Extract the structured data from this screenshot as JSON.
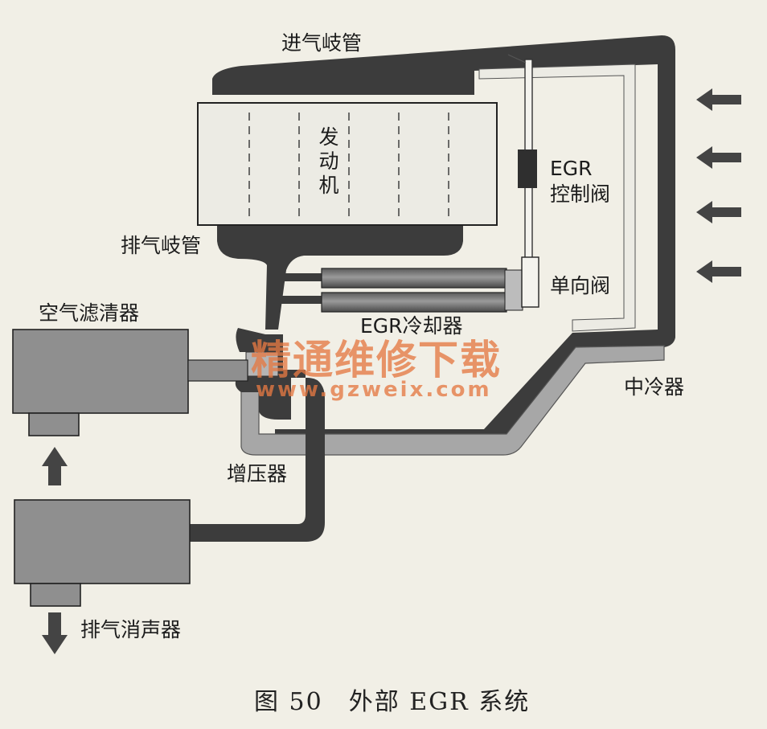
{
  "labels": {
    "intake_manifold": "进气岐管",
    "engine_line1": "发",
    "engine_line2": "动",
    "engine_line3": "机",
    "egr_valve_line1": "EGR",
    "egr_valve_line2": "控制阀",
    "exhaust_manifold": "排气岐管",
    "check_valve": "单向阀",
    "air_filter": "空气滤清器",
    "egr_cooler": "EGR冷却器",
    "intercooler": "中冷器",
    "turbocharger": "增压器",
    "muffler": "排气消声器"
  },
  "watermark": {
    "title": "精通维修下载",
    "url": "www.gzweix.com"
  },
  "caption": "图 50　外部 EGR 系统",
  "colors": {
    "background": "#f1efe6",
    "component_fill": "#8f8f8f",
    "pipe_fill": "#3c3c3c",
    "watermark": "#e47842"
  }
}
